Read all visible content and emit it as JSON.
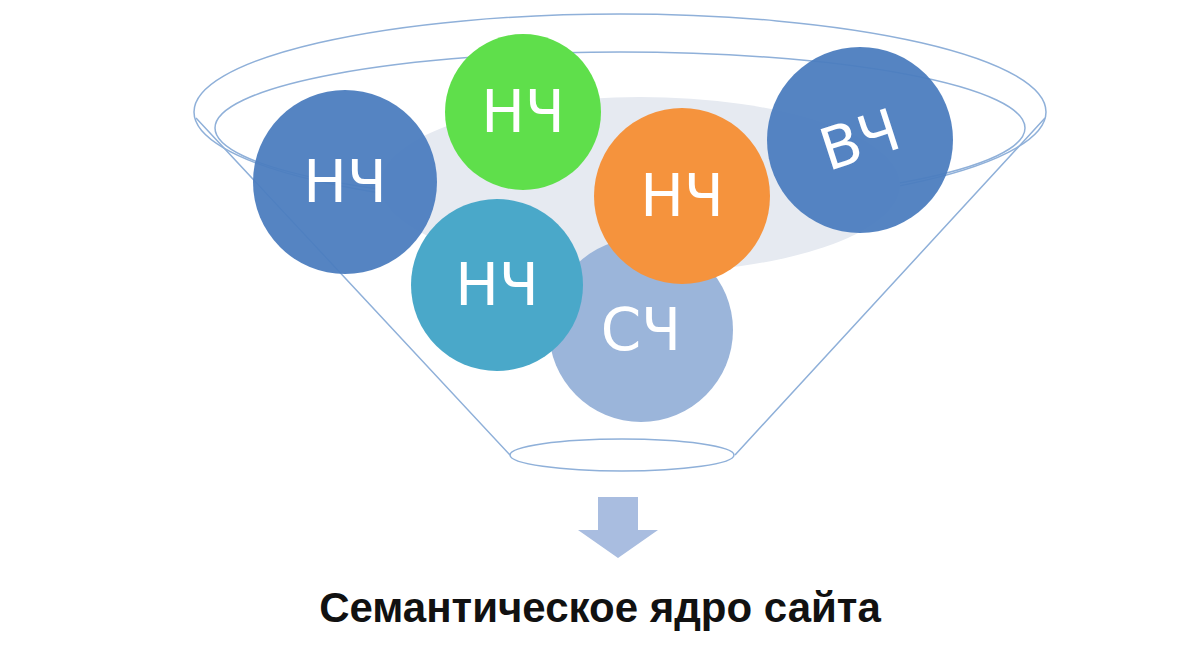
{
  "diagram": {
    "caption": "Семантическое ядро сайта",
    "nodes": [
      {
        "text": [
          "НЧ"
        ]
      },
      {
        "text": [
          "НЧ"
        ]
      },
      {
        "text": [
          "НЧ"
        ]
      },
      {
        "text": [
          "ВЧ"
        ]
      },
      {
        "text": [
          "НЧ"
        ]
      },
      {
        "text": [
          "СЧ"
        ]
      }
    ]
  }
}
